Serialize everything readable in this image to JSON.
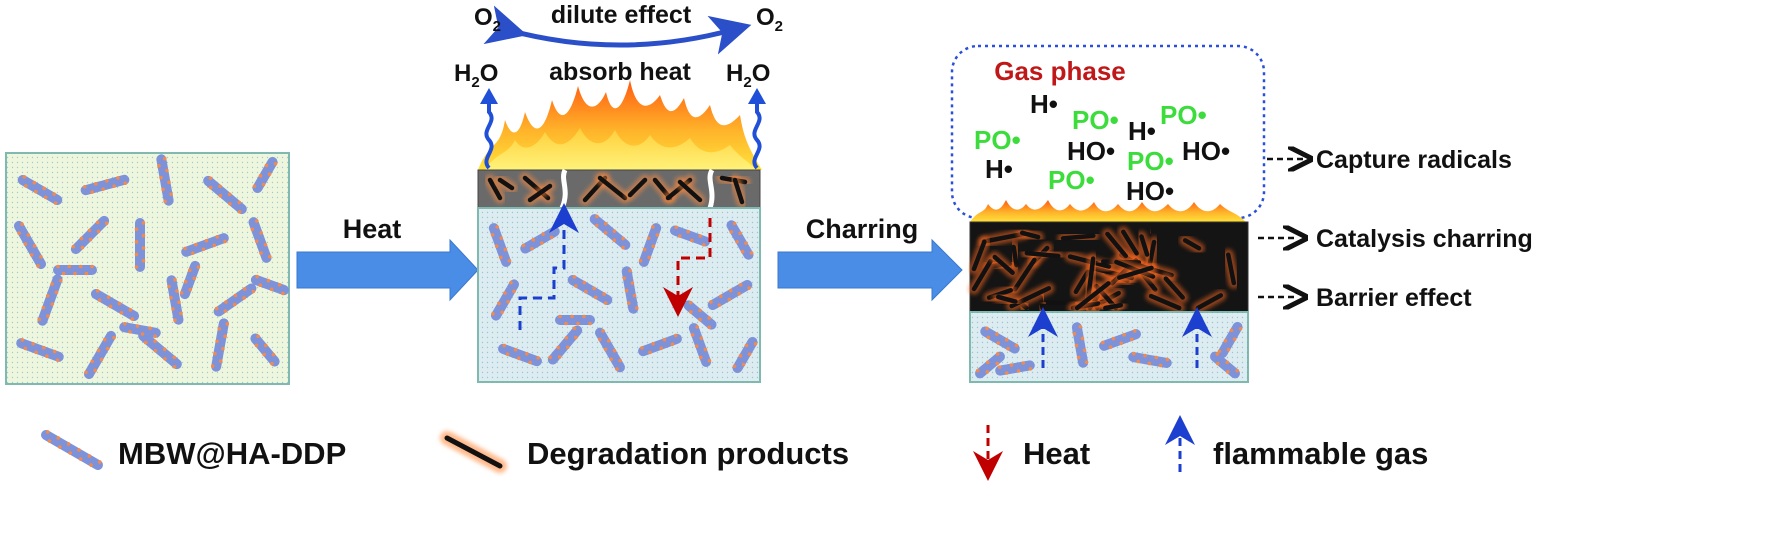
{
  "labels": {
    "heat_arrow": "Heat",
    "charring_arrow": "Charring",
    "dilute_effect": "dilute effect",
    "absorb_heat": "absorb heat",
    "o2_left": "O",
    "o2_right": "O",
    "sub_2": "2",
    "h2o_left_h": "H",
    "h2o_left_o": "O",
    "h2o_right_h": "H",
    "h2o_right_o": "O",
    "gas_phase": "Gas phase",
    "capture_radicals": "Capture radicals",
    "catalysis_charring": "Catalysis charring",
    "barrier_effect": "Barrier effect"
  },
  "radicals": {
    "h": "H•",
    "ho": "HO•",
    "po": "PO•"
  },
  "legend": {
    "mbw": "MBW@HA-DDP",
    "degradation": "Degradation products",
    "heat": "Heat",
    "gas": "flammable gas"
  },
  "colors": {
    "panel_left_fill": "#eef7de",
    "panel_fill": "#dcecf0",
    "panel_border": "#7fb9b0",
    "big_arrow": "#4a8de6",
    "dilute_arrow": "#2a4fc8",
    "wavy_arrow": "#2050d8",
    "gas_phase_red": "#c01818",
    "radical_green": "#3cdc3c",
    "heat_red": "#c00000",
    "gas_blue": "#1c3fd0",
    "rod_blue": "#7d92d8",
    "rod_orange": "#f08a52",
    "char_dark": "#141414"
  }
}
